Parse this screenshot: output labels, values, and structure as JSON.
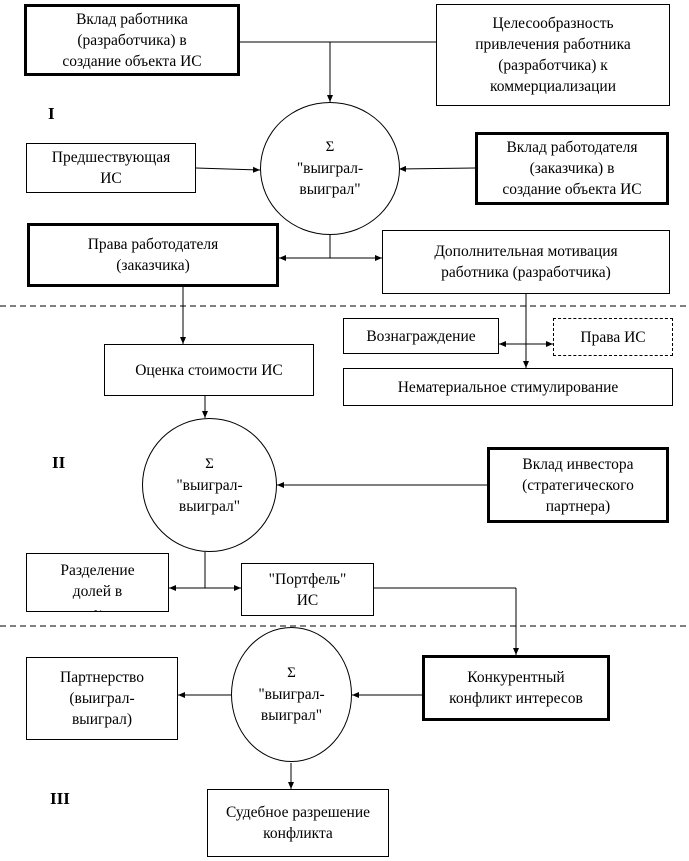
{
  "sections": [
    "I",
    "II",
    "III"
  ],
  "circles": {
    "c1": {
      "sigma": "Σ",
      "label": "\"выиграл-\nвыиграл\""
    },
    "c2": {
      "sigma": "Σ",
      "label": "\"выиграл-\nвыиграл\""
    },
    "c3": {
      "sigma": "Σ",
      "label": "\"выиграл-\nвыиграл\""
    }
  },
  "boxes": {
    "employee_contribution": "Вклад работника\n(разработчика) в\nсоздание объекта ИС",
    "expediency": "Целесообразность\nпривлечения работника\n(разработчика) к\nкоммерциализации",
    "previous_ip": "Предшествующая\nИС",
    "employer_contribution": "Вклад работодателя\n(заказчика) в\nсоздание объекта ИС",
    "employer_rights": "Права работодателя\n(заказчика)",
    "additional_motivation": "Дополнительная мотивация\nработника (разработчика)",
    "remuneration": "Вознаграждение",
    "ip_rights": "Права ИС",
    "non_material": "Нематериальное стимулирование",
    "ip_valuation": "Оценка стоимости ИС",
    "investor_contribution": "Вклад инвестора\n(стратегического\nпартнера)",
    "share_division": "Разделение\nдолей в\n~",
    "ip_portfolio": "\"Портфель\"\nИС",
    "partnership": "Партнерство\n(выиграл-\nвыиграл)",
    "competitive_conflict": "Конкурентный\nконфликт интересов",
    "judicial_resolution": "Судебное разрешение\nконфликта"
  }
}
